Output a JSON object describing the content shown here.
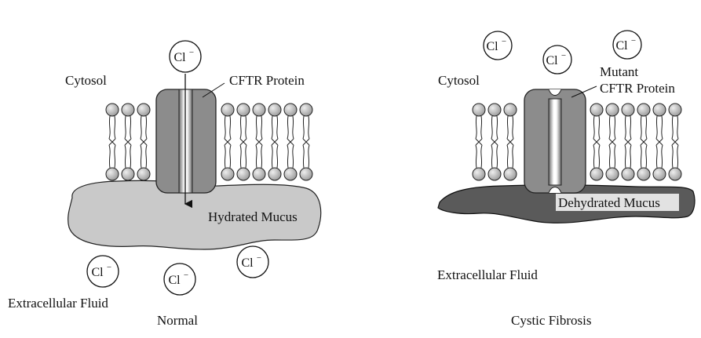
{
  "normal": {
    "cytosol_label": "Cytosol",
    "protein_label": "CFTR Protein",
    "mucus_label": "Hydrated Mucus",
    "fluid_label": "Extracellular Fluid",
    "caption": "Normal",
    "ion_symbol": "Cl",
    "ion_charge": "−"
  },
  "cf": {
    "cytosol_label": "Cytosol",
    "protein_label_line1": "Mutant",
    "protein_label_line2": "CFTR Protein",
    "mucus_label": "Dehydrated Mucus",
    "fluid_label": "Extracellular Fluid",
    "caption": "Cystic Fibrosis",
    "ion_symbol": "Cl",
    "ion_charge": "−"
  },
  "colors": {
    "hydrated_mucus": "#c9c9c9",
    "dehydrated_mucus": "#5a5a5a",
    "protein": "#8c8c8c",
    "lipid_head": "#bdbdbd",
    "label_box": "#e2e2e2"
  }
}
